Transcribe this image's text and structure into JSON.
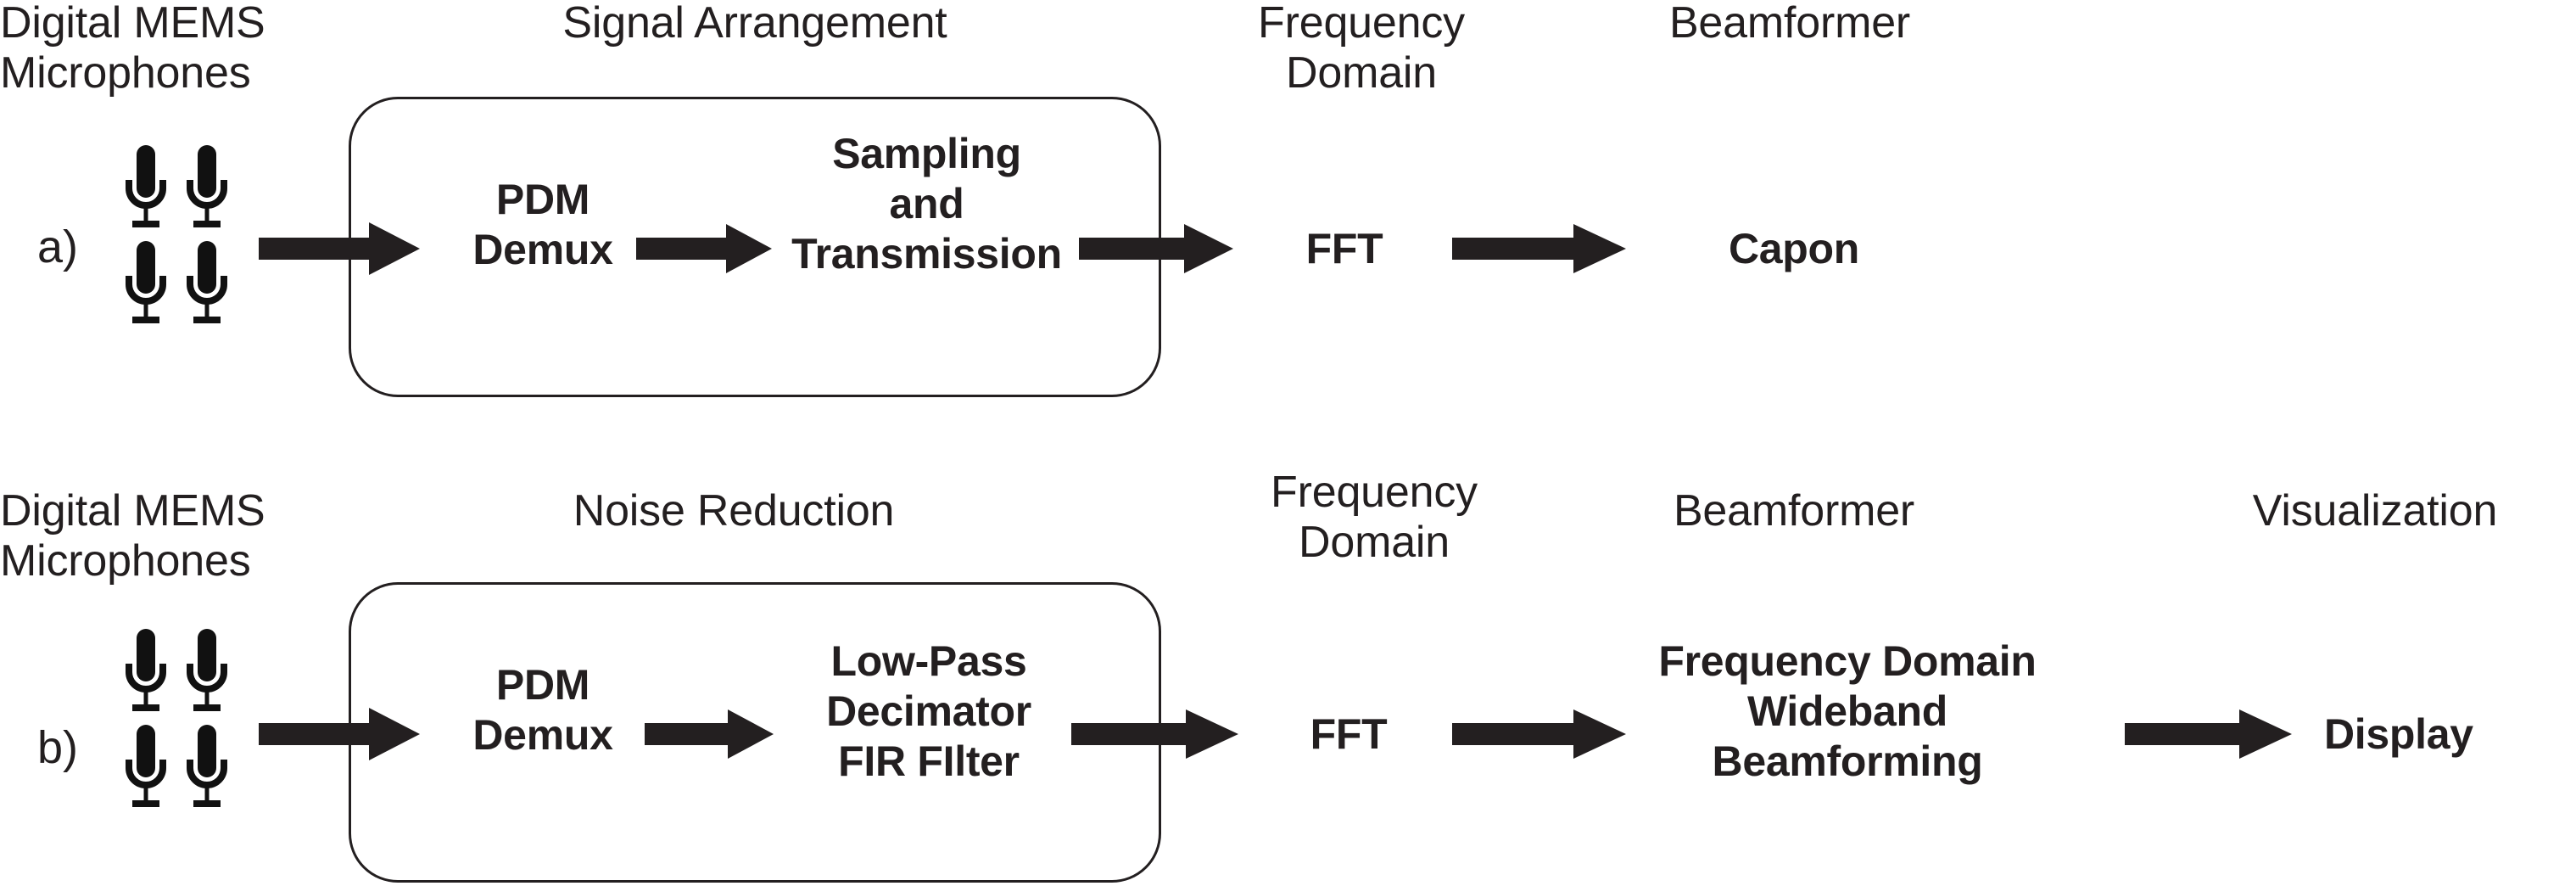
{
  "figure": {
    "title": "Digital MEMS microphone array beamforming signal chains",
    "ink_color": "#231f20",
    "background": "#ffffff"
  },
  "panels": [
    {
      "id": "a",
      "label": "a)",
      "headers": [
        {
          "name": "microphones",
          "text": "Digital MEMS\nMicrophones"
        },
        {
          "name": "signal-arrangement",
          "text": "Signal Arrangement"
        },
        {
          "name": "frequency-domain",
          "text": "Frequency\nDomain"
        },
        {
          "name": "beamformer",
          "text": "Beamformer"
        }
      ],
      "mic_array": {
        "rows": 2,
        "cols": 2,
        "count": 4,
        "icon": "microphone-icon"
      },
      "box": {
        "name": "signal-arrangement-box",
        "shape": "rounded-rectangle"
      },
      "stages": [
        {
          "name": "pdm-demux",
          "text": "PDM\nDemux",
          "inside_box": true
        },
        {
          "name": "sampling-and-transmission",
          "text": "Sampling\nand\nTransmission",
          "inside_box": true
        },
        {
          "name": "fft",
          "text": "FFT",
          "inside_box": false
        },
        {
          "name": "capon",
          "text": "Capon",
          "inside_box": false
        }
      ],
      "arrows": [
        {
          "name": "arrow-mics-to-pdm-demux"
        },
        {
          "name": "arrow-pdm-demux-to-sampling"
        },
        {
          "name": "arrow-sampling-to-fft"
        },
        {
          "name": "arrow-fft-to-capon"
        }
      ]
    },
    {
      "id": "b",
      "label": "b)",
      "headers": [
        {
          "name": "microphones",
          "text": "Digital MEMS\nMicrophones"
        },
        {
          "name": "noise-reduction",
          "text": "Noise Reduction"
        },
        {
          "name": "frequency-domain",
          "text": "Frequency\nDomain"
        },
        {
          "name": "beamformer",
          "text": "Beamformer"
        },
        {
          "name": "visualization",
          "text": "Visualization"
        }
      ],
      "mic_array": {
        "rows": 2,
        "cols": 2,
        "count": 4,
        "icon": "microphone-icon"
      },
      "box": {
        "name": "noise-reduction-box",
        "shape": "rounded-rectangle"
      },
      "stages": [
        {
          "name": "pdm-demux",
          "text": "PDM\nDemux",
          "inside_box": true
        },
        {
          "name": "low-pass-decimator-fir-filter",
          "text": "Low-Pass\nDecimator\nFIR FIlter",
          "inside_box": true
        },
        {
          "name": "fft",
          "text": "FFT",
          "inside_box": false
        },
        {
          "name": "frequency-domain-wideband-beamforming",
          "text": "Frequency Domain\nWideband\nBeamforming",
          "inside_box": false
        },
        {
          "name": "display",
          "text": "Display",
          "inside_box": false
        }
      ],
      "arrows": [
        {
          "name": "arrow-mics-to-pdm-demux"
        },
        {
          "name": "arrow-pdm-demux-to-lowpass"
        },
        {
          "name": "arrow-lowpass-to-fft"
        },
        {
          "name": "arrow-fft-to-beamforming"
        },
        {
          "name": "arrow-beamforming-to-display"
        }
      ]
    }
  ]
}
